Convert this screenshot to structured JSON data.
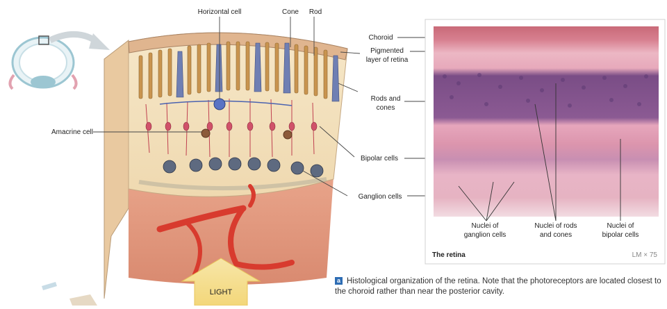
{
  "labels": {
    "horizontal_cell": "Horizontal cell",
    "cone": "Cone",
    "rod": "Rod",
    "amacrine_cell": "Amacrine cell",
    "light": "LIGHT",
    "choroid": "Choroid",
    "pigmented_1": "Pigmented",
    "pigmented_2": "layer of retina",
    "rods_cones_1": "Rods and",
    "rods_cones_2": "cones",
    "bipolar_cells": "Bipolar cells",
    "ganglion_cells": "Ganglion cells",
    "nuclei_ganglion_1": "Nuclei of",
    "nuclei_ganglion_2": "ganglion cells",
    "nuclei_rods_1": "Nuclei of rods",
    "nuclei_rods_2": "and cones",
    "nuclei_bipolar_1": "Nuclei of",
    "nuclei_bipolar_2": "bipolar cells"
  },
  "micrograph": {
    "title": "The retina",
    "magnification": "LM × 75"
  },
  "caption": {
    "tag": "a",
    "text": "Histological organization of the retina. Note that the photoreceptors are located closest to the choroid rather than near the posterior cavity."
  }
}
